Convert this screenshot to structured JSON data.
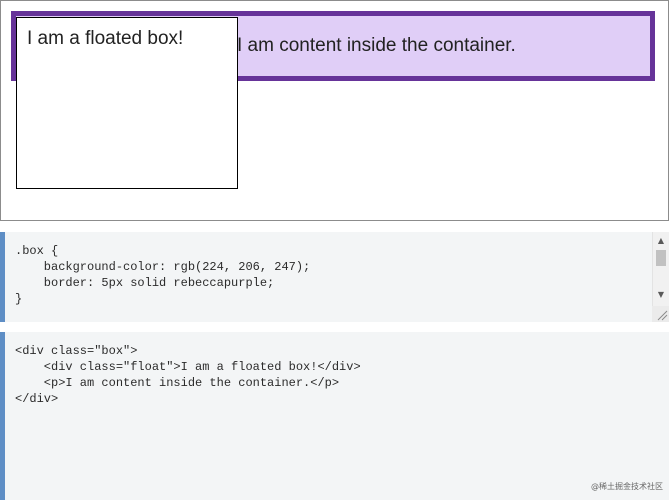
{
  "preview": {
    "float_text": "I am a floated box!",
    "para_text": "I am content inside the container."
  },
  "colors": {
    "box_background": "#e0cef7",
    "box_border": "#663399",
    "editor_background": "#f3f5f6",
    "editor_accent": "#5e8ec5"
  },
  "css_editor": {
    "lines": [
      ".box {",
      "    background-color: rgb(224, 206, 247);",
      "    border: 5px solid rebeccapurple;",
      "}"
    ]
  },
  "html_editor": {
    "lines": [
      "<div class=\"box\">",
      "    <div class=\"float\">I am a floated box!</div>",
      "    <p>I am content inside the container.</p>",
      "</div>"
    ]
  },
  "scrollbar": {
    "up_icon": "scroll-up-arrow",
    "down_icon": "scroll-down-arrow"
  },
  "watermark": "@稀土掘金技术社区"
}
